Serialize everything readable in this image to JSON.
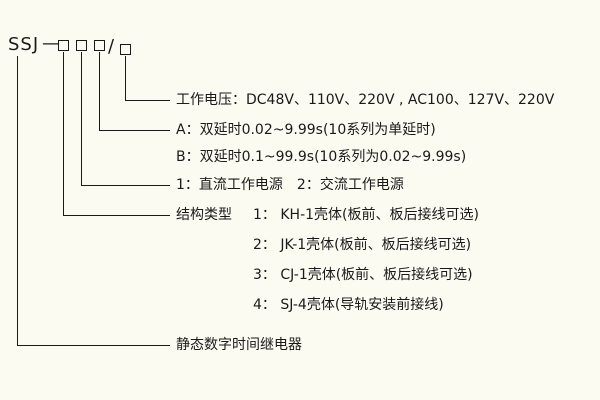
{
  "model": {
    "prefix": "SSJ",
    "dash": "—",
    "slash": "/"
  },
  "callouts": {
    "voltage": "工作电压：DC48V、110V、220V , AC100、127V、220V",
    "delay_a": "A：双延时0.02~9.99s(10系列为单延时)",
    "delay_b": "B：双延时0.1~99.9s(10系列为0.02~9.99s)",
    "power": "1：直流工作电源　2：交流工作电源",
    "structure_label": "结构类型",
    "structure_items": [
      "1： KH-1壳体(板前、板后接线可选)",
      "2： JK-1壳体(板前、板后接线可选)",
      "3： CJ-1壳体(板前、板后接线可选)",
      "4： SJ-4壳体(导轨安装前接线)"
    ],
    "product": "静态数字时间继电器"
  },
  "colors": {
    "background": "#fbfbf2",
    "line": "#1a1a1a",
    "text": "#1a1a1a"
  }
}
